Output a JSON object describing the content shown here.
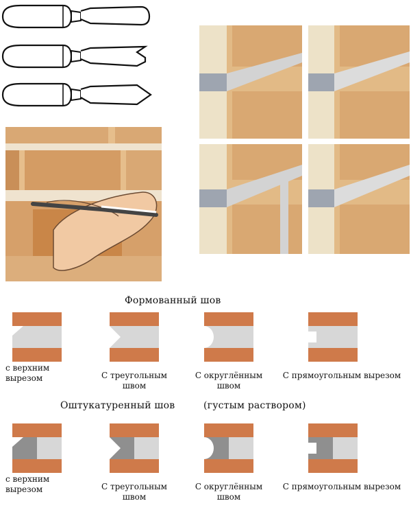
{
  "colors": {
    "brick_face": "#d5a06a",
    "brick_orange": "#cf7a4a",
    "mortar_light": "#d7d7d7",
    "mortar_dark": "#8f8f8f",
    "illustration_bg": "#e9c38f"
  },
  "icons": [
    "chisel-icon",
    "chisel-icon",
    "chisel-icon"
  ],
  "sections": {
    "formed": {
      "title": "Формованный шов",
      "captions": [
        [
          "с верхним",
          "вырезом"
        ],
        [
          "С треугольным",
          "швом"
        ],
        [
          "С округлённым",
          "швом"
        ],
        [
          "С прямоугольным вырезом"
        ]
      ]
    },
    "plastered": {
      "title_left": "Оштукатуренный шов",
      "title_right": "(густым раствором)",
      "captions": [
        [
          "с верхним",
          "вырезом"
        ],
        [
          "С треугольным",
          "швом"
        ],
        [
          "С округлённым",
          "швом"
        ],
        [
          "С прямоугольным вырезом"
        ]
      ]
    }
  }
}
